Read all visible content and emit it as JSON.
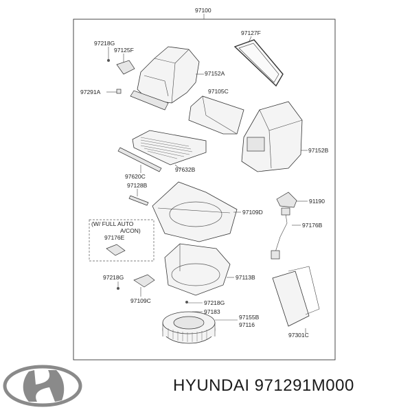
{
  "diagram": {
    "assembly_label": "97100",
    "labels": [
      {
        "id": "97100",
        "text": "97100"
      },
      {
        "id": "97127F",
        "text": "97127F"
      },
      {
        "id": "97218G_top",
        "text": "97218G"
      },
      {
        "id": "97125F",
        "text": "97125F"
      },
      {
        "id": "97152A",
        "text": "97152A"
      },
      {
        "id": "97291A",
        "text": "97291A"
      },
      {
        "id": "97105C",
        "text": "97105C"
      },
      {
        "id": "97152B",
        "text": "97152B"
      },
      {
        "id": "97632B",
        "text": "97632B"
      },
      {
        "id": "97620C",
        "text": "97620C"
      },
      {
        "id": "97128B",
        "text": "97128B"
      },
      {
        "id": "91190",
        "text": "91190"
      },
      {
        "id": "97109D",
        "text": "97109D"
      },
      {
        "id": "97176B",
        "text": "97176B"
      },
      {
        "id": "97176E",
        "text": "97176E"
      },
      {
        "id": "97218G_mid",
        "text": "97218G"
      },
      {
        "id": "97109C",
        "text": "97109C"
      },
      {
        "id": "97113B",
        "text": "97113B"
      },
      {
        "id": "97218G_low",
        "text": "97218G"
      },
      {
        "id": "97183",
        "text": "97183"
      },
      {
        "id": "97155B",
        "text": "97155B"
      },
      {
        "id": "97116",
        "text": "97116"
      },
      {
        "id": "97301C",
        "text": "97301C"
      }
    ],
    "note_lines": [
      "(W/ FULL AUTO",
      "A/CON)"
    ]
  },
  "footer": {
    "brand": "HYUNDAI",
    "part_number": "971291M000",
    "caption": "HYUNDAI 971291M000"
  },
  "colors": {
    "line": "#333333",
    "logo": "#8a8a8a"
  }
}
